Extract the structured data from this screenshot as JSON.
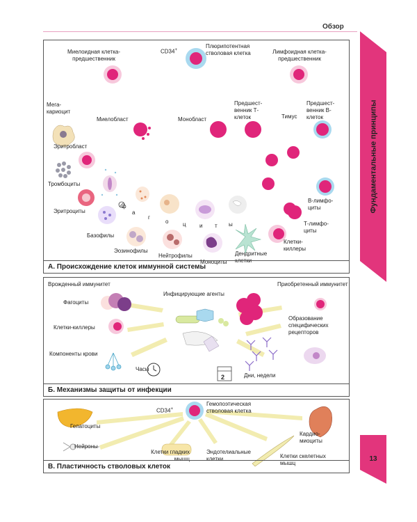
{
  "header": {
    "title": "Обзор"
  },
  "side": {
    "label": "Фундаментальные принципы",
    "accent": "#e2357c"
  },
  "page": {
    "number": "13"
  },
  "panelA": {
    "title": "А. Происхождение клеток иммунной системы",
    "labels": {
      "cd34": "CD34",
      "cd34_sup": "+",
      "pluri": "Плюрипотентная стволовая клетка",
      "myeloid": "Миелоидная клетка-предшественник",
      "lymphoid": "Лимфоидная клетка-предшественник",
      "megakaryocyte": "Мега- кариоцит",
      "myeloblast": "Миелобласт",
      "monoblast": "Монобласт",
      "pre_t": "Предшест- венник Т-клеток",
      "thymus": "Тимус",
      "pre_b": "Предшест- венник В-клеток",
      "erythroblast": "Эритробласт",
      "platelets": "Тромбоциты",
      "erythrocytes": "Эритроциты",
      "b_lymph": "В-лимфо- циты",
      "t_lymph": "Т-лимфо- циты",
      "basophils": "Базофилы",
      "eosinophils": "Эозинофилы",
      "neutrophils": "Нейтрофилы",
      "monocytes": "Моноциты",
      "dendritic": "Дендритные клетки",
      "killers": "Клетки- киллеры",
      "phagocytes_word": [
        "ф",
        "а",
        "г",
        "о",
        "ц",
        "и",
        "т",
        "ы"
      ]
    }
  },
  "panelB": {
    "title": "Б. Механизмы защиты от инфекции",
    "labels": {
      "innate": "Врожденный иммунитет",
      "acquired": "Приобретенный иммунитет",
      "agents": "Инфицирующие агенты",
      "phagocytes": "Фагоциты",
      "killers": "Клетки-киллеры",
      "blood": "Компоненты крови",
      "hours": "Часы",
      "days": "Дни, недели",
      "receptors": "Образование специфических рецепторов",
      "calendar_digit": "2"
    }
  },
  "panelC": {
    "title": "В. Пластичность стволовых клеток",
    "labels": {
      "cd34": "CD34",
      "cd34_sup": "+",
      "hsc": "Гемопоэтическая стволовая клетка",
      "hepatocytes": "Гепатоциты",
      "neurons": "Нейроны",
      "smooth": "Клетки гладких мышц",
      "endothelial": "Эндотелиальные клетки",
      "cardio": "Кардио- миоциты",
      "skeletal": "Клетки скелетных мышц"
    }
  },
  "colors": {
    "magenta": "#e0257a",
    "cyan": "#a9d9ef",
    "arrow": "#f2ecb0",
    "pink_bg": "#f7c8dc"
  }
}
